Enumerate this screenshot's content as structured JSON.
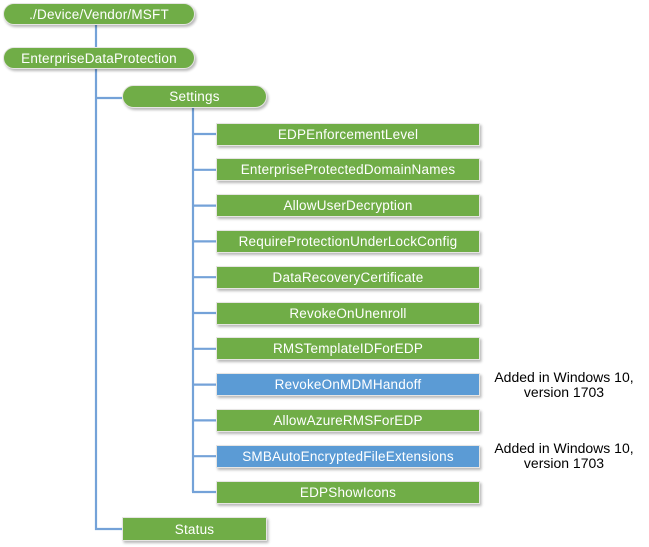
{
  "diagram": {
    "root_label": "./Device/Vendor/MSFT",
    "enterprise_label": "EnterpriseDataProtection",
    "settings_label": "Settings",
    "status_label": "Status",
    "children": [
      {
        "label": "EDPEnforcementLevel",
        "variant": "green",
        "annotation": ""
      },
      {
        "label": "EnterpriseProtectedDomainNames",
        "variant": "green",
        "annotation": ""
      },
      {
        "label": "AllowUserDecryption",
        "variant": "green",
        "annotation": ""
      },
      {
        "label": "RequireProtectionUnderLockConfig",
        "variant": "green",
        "annotation": ""
      },
      {
        "label": "DataRecoveryCertificate",
        "variant": "green",
        "annotation": ""
      },
      {
        "label": "RevokeOnUnenroll",
        "variant": "green",
        "annotation": ""
      },
      {
        "label": "RMSTemplateIDForEDP",
        "variant": "green",
        "annotation": ""
      },
      {
        "label": "RevokeOnMDMHandoff",
        "variant": "blue",
        "annotation": "Added in Windows 10, version 1703"
      },
      {
        "label": "AllowAzureRMSForEDP",
        "variant": "green",
        "annotation": ""
      },
      {
        "label": "SMBAutoEncryptedFileExtensions",
        "variant": "blue",
        "annotation": "Added in Windows 10, version 1703"
      },
      {
        "label": "EDPShowIcons",
        "variant": "green",
        "annotation": ""
      }
    ],
    "colors": {
      "node_green": "#70ad47",
      "node_blue": "#5b9bd5",
      "connector": "#74a2d8",
      "annotation_text": "#000000"
    }
  }
}
